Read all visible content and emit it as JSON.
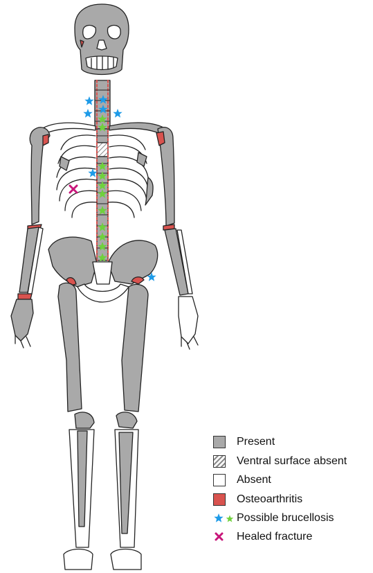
{
  "colors": {
    "present": "#a9a9a9",
    "absent": "#ffffff",
    "outline": "#222222",
    "osteoarthritis": "#d9534f",
    "brucellosis_blue": "#1e9be8",
    "brucellosis_green": "#6fd13c",
    "fracture": "#c8167a"
  },
  "legend": {
    "items": [
      {
        "key": "present",
        "label": "Present",
        "icon": "gray-square"
      },
      {
        "key": "ventral",
        "label": "Ventral surface absent",
        "icon": "hatched-square"
      },
      {
        "key": "absent",
        "label": "Absent",
        "icon": "white-square"
      },
      {
        "key": "oa",
        "label": "Osteoarthritis",
        "icon": "red-square"
      },
      {
        "key": "bru",
        "label": "Possible brucellosis",
        "icon": "blue-green-star-pair"
      },
      {
        "key": "frac",
        "label": "Healed fracture",
        "icon": "magenta-cross"
      }
    ]
  }
}
